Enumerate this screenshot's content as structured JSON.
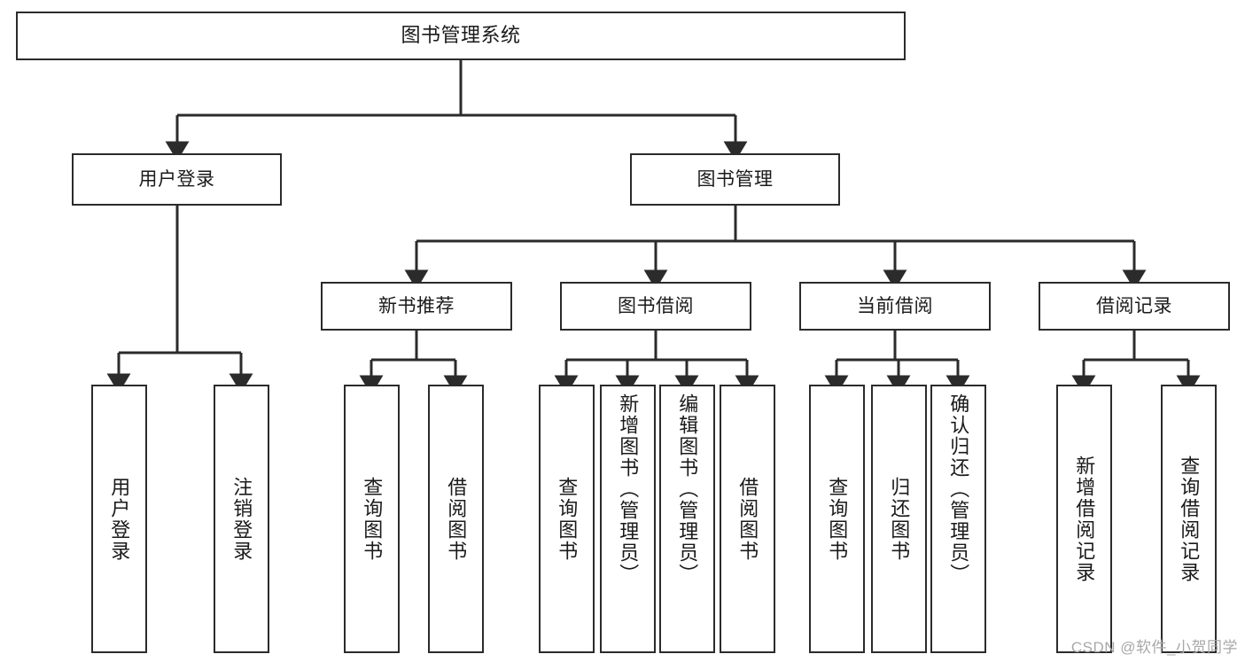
{
  "diagram": {
    "title": "图书管理系统",
    "type": "tree-hierarchy",
    "root": {
      "id": "root",
      "label": "图书管理系统"
    },
    "level2": [
      {
        "id": "user-login",
        "label": "用户登录"
      },
      {
        "id": "book-manage",
        "label": "图书管理"
      }
    ],
    "level3": [
      {
        "id": "new-book-rec",
        "label": "新书推荐"
      },
      {
        "id": "book-borrow",
        "label": "图书借阅"
      },
      {
        "id": "current-borrow",
        "label": "当前借阅"
      },
      {
        "id": "borrow-record",
        "label": "借阅记录"
      }
    ],
    "leaves": {
      "user_login": [
        {
          "id": "leaf-user-login",
          "label": "用户登录"
        },
        {
          "id": "leaf-logout",
          "label": "注销登录"
        }
      ],
      "new_book_rec": [
        {
          "id": "leaf-query-book-1",
          "label": "查询图书"
        },
        {
          "id": "leaf-borrow-book-1",
          "label": "借阅图书"
        }
      ],
      "book_borrow": [
        {
          "id": "leaf-query-book-2",
          "label": "查询图书"
        },
        {
          "id": "leaf-add-book",
          "label": "新增图书（管理员）"
        },
        {
          "id": "leaf-edit-book",
          "label": "编辑图书（管理员）"
        },
        {
          "id": "leaf-borrow-book-2",
          "label": "借阅图书"
        }
      ],
      "current_borrow": [
        {
          "id": "leaf-query-book-3",
          "label": "查询图书"
        },
        {
          "id": "leaf-return-book",
          "label": "归还图书"
        },
        {
          "id": "leaf-confirm-return",
          "label": "确认归还（管理员）"
        }
      ],
      "borrow_record": [
        {
          "id": "leaf-add-record",
          "label": "新增借阅记录"
        },
        {
          "id": "leaf-query-record",
          "label": "查询借阅记录"
        }
      ]
    },
    "colors": {
      "stroke": "#2b2b2b",
      "fill": "#ffffff",
      "text": "#1a1a1a",
      "watermark": "#a8a8a8"
    }
  },
  "watermark": {
    "text": "CSDN @软件_小贺同学"
  }
}
